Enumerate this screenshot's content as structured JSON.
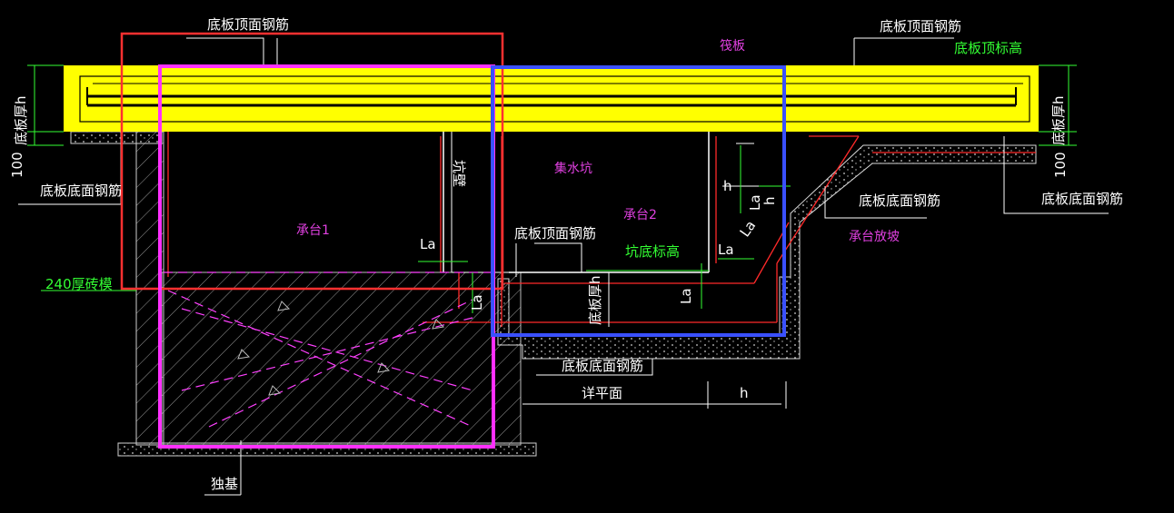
{
  "labels": {
    "top_rebar_left": "底板顶面钢筋",
    "top_rebar_right": "底板顶面钢筋",
    "raft": "筏板",
    "top_elev": "底板顶标高",
    "thickness_left": "底板厚h",
    "thickness_right": "底板厚h",
    "dim_100_left": "100",
    "dim_100_right": "100",
    "bottom_rebar_left": "底板底面钢筋",
    "bottom_rebar_right1": "底板底面钢筋",
    "bottom_rebar_right2": "底板底面钢筋",
    "sump": "集水坑",
    "cap1": "承台1",
    "cap2": "承台2",
    "cap_slope": "承台放坡",
    "pit_wall": "坑壁",
    "la_left": "La",
    "la_mid": "La",
    "la_right": "La",
    "la_vertical": "La",
    "la_slope": "La",
    "la_cap": "La",
    "h_right": "h",
    "h_slope": "h",
    "h_bottom": "h",
    "pit_top_rebar": "底板顶面钢筋",
    "pit_bottom_elev": "坑底标高",
    "pit_thickness": "底板厚h",
    "brick_mold": "240厚砖模",
    "pit_bottom_rebar": "底板底面钢筋",
    "see_plan": "详平面",
    "isolated_footing": "独基"
  },
  "colors": {
    "slab": "#ffff00",
    "frame_red": "#ff3030",
    "frame_magenta": "#ff30ff",
    "frame_blue": "#3a50ff",
    "dim_green": "#33ff33",
    "label_magenta": "#e040e0",
    "label_white": "#ffffff"
  }
}
